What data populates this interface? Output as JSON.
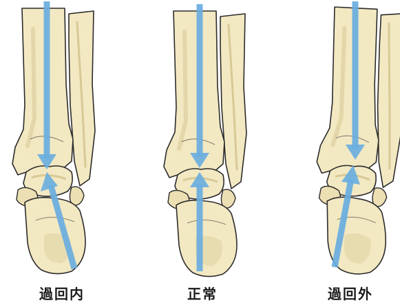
{
  "panels": [
    {
      "id": "over-pronation",
      "label": "過回内",
      "arrow_color": "#6aaee0"
    },
    {
      "id": "normal",
      "label": "正常",
      "arrow_color": "#6aaee0"
    },
    {
      "id": "over-supination",
      "label": "過回外",
      "arrow_color": "#6aaee0"
    }
  ],
  "colors": {
    "bone_fill": "#f2e8c2",
    "bone_outline": "#2b2b2b",
    "bone_shade": "#e3d6a8",
    "arrow": "#6aaee0",
    "background": "#ffffff"
  }
}
